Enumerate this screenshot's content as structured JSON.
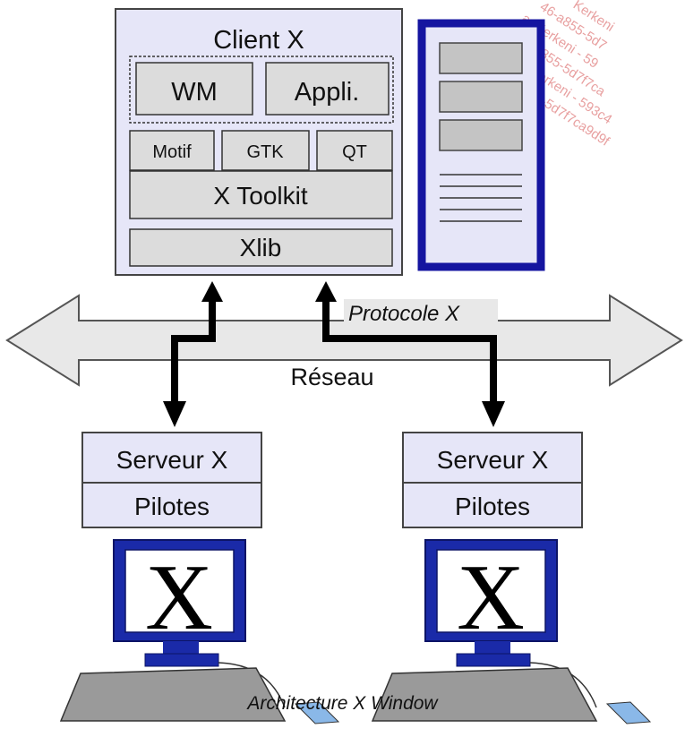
{
  "client": {
    "title": "Client X",
    "wm": "WM",
    "appli": "Appli.",
    "toolkits": [
      "Motif",
      "GTK",
      "QT"
    ],
    "x_toolkit": "X Toolkit",
    "xlib": "Xlib"
  },
  "network": {
    "protocol": "Protocole X",
    "label": "Réseau"
  },
  "servers": [
    {
      "name": "Serveur X",
      "drivers": "Pilotes",
      "screen_glyph": "X"
    },
    {
      "name": "Serveur X",
      "drivers": "Pilotes",
      "screen_glyph": "X"
    }
  ],
  "watermark": [
    "Kerkeni",
    "46-a855-5d7",
    "ar Kerkeni - 59",
    "846-a855-5d7f7ca",
    "Kerkeni - 593c4",
    "5-5d7f7ca9d9f"
  ],
  "caption": "Architecture  X  Window",
  "colors": {
    "box_fill": "#e6e6f8",
    "inner_fill": "#dcdcdc",
    "window_border": "#1515a0",
    "arrow_fill": "#e8e8e8",
    "computer_blue": "#1a2aa8",
    "keyboard_gray": "#9a9a9a",
    "mouse_blue": "#8ab8e8"
  }
}
